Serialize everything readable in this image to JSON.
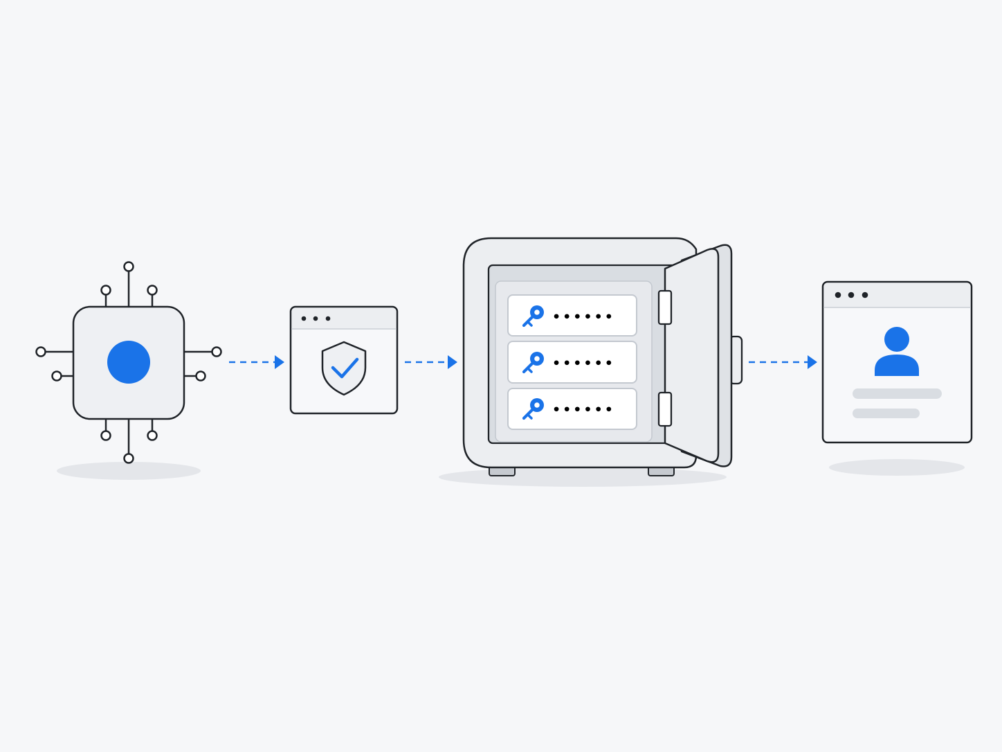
{
  "colors": {
    "background": "#f6f7f9",
    "accent": "#1a73e8",
    "outline": "#1f2328",
    "panel": "#eef0f3",
    "panel_dark": "#d7dbe0",
    "shadow": "#e4e6ea",
    "placeholder_bar": "#d9dde2"
  },
  "nodes": [
    {
      "name": "chip-processor",
      "icon": "chip-icon"
    },
    {
      "name": "security-check-window",
      "icon": "shield-check-icon"
    },
    {
      "name": "credential-vault",
      "icon": "safe-icon"
    },
    {
      "name": "user-profile-window",
      "icon": "user-icon"
    }
  ],
  "vault": {
    "entries": [
      {
        "icon": "key-icon",
        "masked_value": "••••••"
      },
      {
        "icon": "key-icon",
        "masked_value": "••••••"
      },
      {
        "icon": "key-icon",
        "masked_value": "••••••"
      }
    ]
  },
  "connectors": [
    {
      "from": "chip-processor",
      "to": "security-check-window",
      "style": "dashed-arrow"
    },
    {
      "from": "security-check-window",
      "to": "credential-vault",
      "style": "dashed-arrow"
    },
    {
      "from": "credential-vault",
      "to": "user-profile-window",
      "style": "dashed-arrow"
    }
  ]
}
